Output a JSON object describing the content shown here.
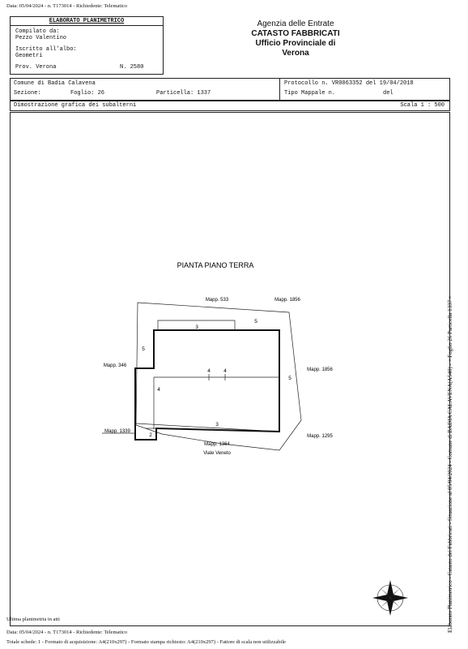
{
  "top_meta": "Data: 05/04/2024 - n. T173014 - Richiedente: Telematico",
  "header_left": {
    "title": "ELABORATO PLANIMETRICO",
    "compilato_label": "Compilato da:",
    "compilato_name": "Pezzo Valentino",
    "iscritto_label": "Iscritto all'albo:",
    "iscritto_value": "Geometri",
    "prov": "Prov. Verona",
    "numero": "N. 2580"
  },
  "header_right": {
    "line1": "Agenzia delle Entrate",
    "line2": "CATASTO FABBRICATI",
    "line3": "Ufficio Provinciale di",
    "line4": "Verona"
  },
  "info": {
    "comune": "Comune di Badia Calavena",
    "sezione": "Sezione:",
    "foglio": "Foglio: 26",
    "particella": "Particella: 1337",
    "protocollo": "Protocollo n. VR0063352 del 19/04/2018",
    "tipo_mappale": "Tipo Mappale n.",
    "del": "del"
  },
  "dimostrazione": "Dimostrazione grafica dei subalterni",
  "scala": "Scala 1 : 500",
  "plan": {
    "title": "PIANTA PIANO TERRA",
    "labels": {
      "mapp533": "Mapp. 533",
      "mapp1856_top": "Mapp. 1856",
      "mapp346": "Mapp. 346",
      "mapp1856_right": "Mapp. 1856",
      "mapp1339": "Mapp. 1339",
      "mapp1295": "Mapp. 1295",
      "mapp1364": "Mapp. 1364",
      "viale": "Viale Veneto"
    },
    "sub_numbers": {
      "n3_top": "3",
      "n5_top": "5",
      "n5_left": "5",
      "n4_a": "4",
      "n4_b": "4",
      "n5_right": "5",
      "n4_left": "4",
      "n3_bottom": "3",
      "n2": "2"
    }
  },
  "ultima": "Ultima planimetria in atti",
  "bottom_meta_1": "Data: 05/04/2024 - n. T173014 - Richiedente: Telematico",
  "bottom_meta_2": "Totale schede: 1 - Formato di acquisizione: A4(210x297) - Formato stampa richiesto: A4(210x297) - Fattore di scala non utilizzabile",
  "side_text": "Elaborato Planimetrico - Catasto dei Fabbricati - Situazione al 05/04/2024 - Comune di BADIA CALAVENA(A540) - < Foglio 26 Particella 1337 >"
}
